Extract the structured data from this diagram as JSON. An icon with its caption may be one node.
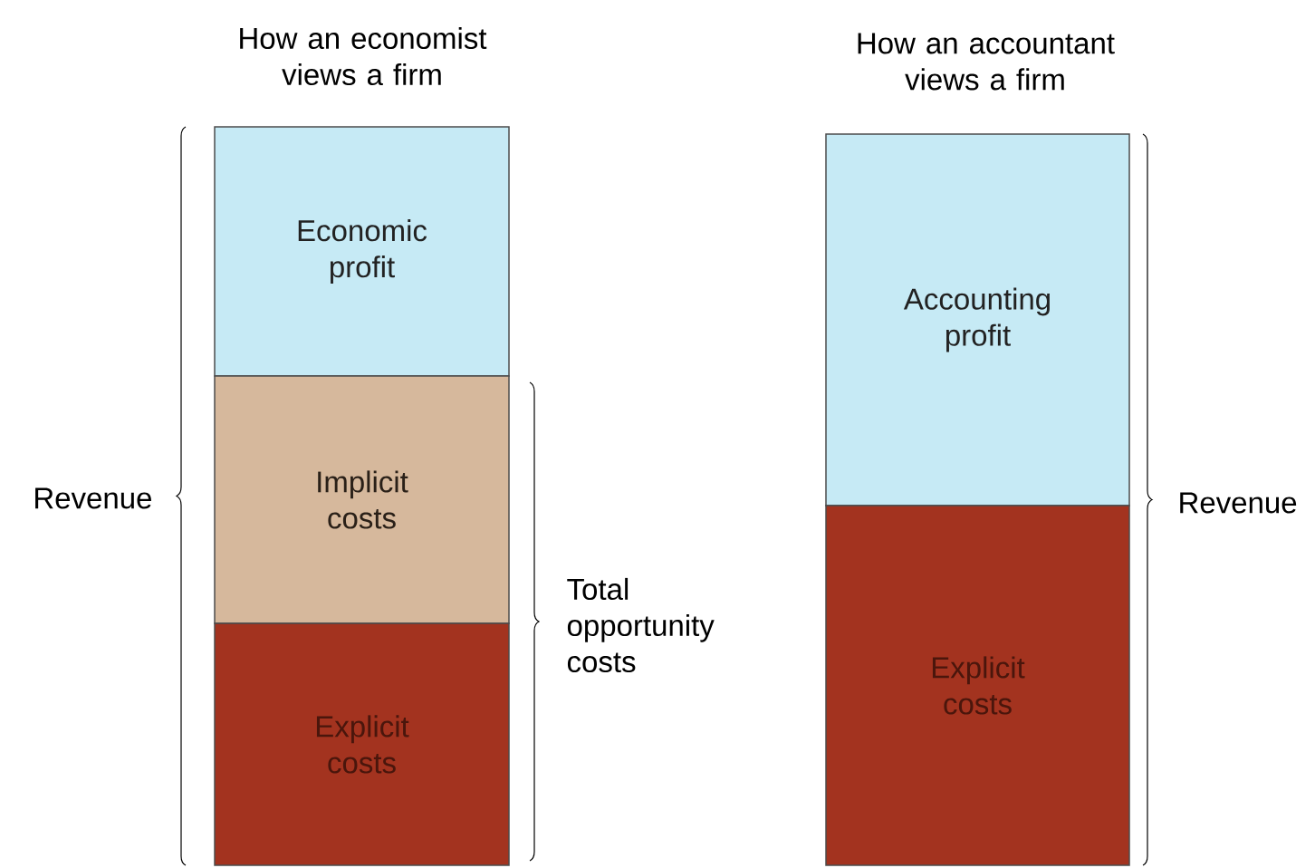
{
  "diagram": {
    "nodes": [
      {
        "text": [
          "Economic profit"
        ]
      },
      {
        "text": [
          "Implicit costs"
        ]
      },
      {
        "text": [
          "Explicit costs"
        ]
      },
      {
        "text": [
          "Accounting profit"
        ]
      },
      {
        "text": [
          "Explicit costs"
        ]
      }
    ],
    "edges": [],
    "labels": [
      "How an economist views a firm",
      "How an accountant views a firm",
      "Revenue",
      "Total opportunity costs",
      "Revenue"
    ]
  }
}
